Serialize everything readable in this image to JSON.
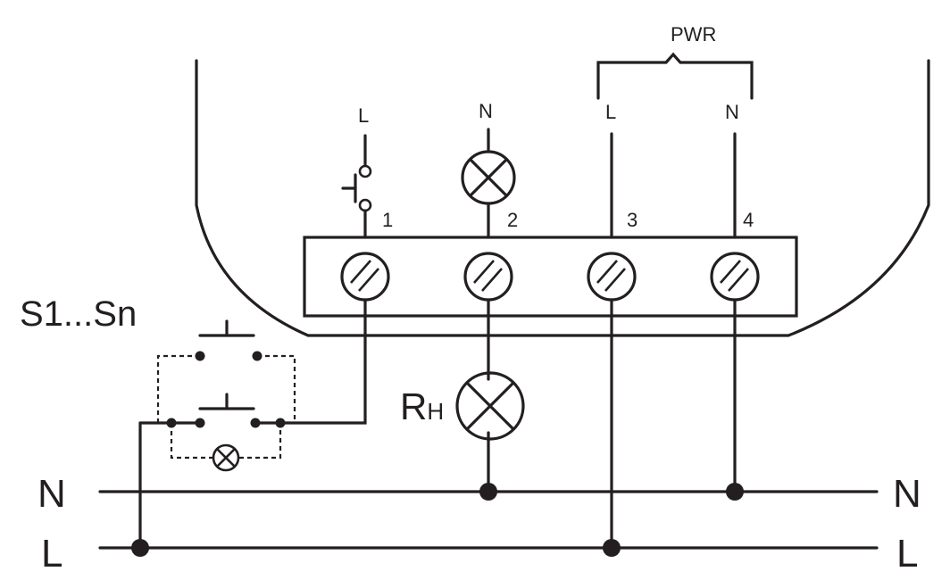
{
  "labels": {
    "pwr": "PWR",
    "pwr_l": "L",
    "pwr_n": "N",
    "input_l": "L",
    "lamp_top_n": "N",
    "terminal_1": "1",
    "terminal_2": "2",
    "terminal_3": "3",
    "terminal_4": "4",
    "switches": "S1...Sn",
    "load_main": "R",
    "load_sub": "H",
    "bus_n_left": "N",
    "bus_l_left": "L",
    "bus_n_right": "N",
    "bus_l_right": "L"
  },
  "colors": {
    "line": "#231f20",
    "background": "#ffffff"
  }
}
